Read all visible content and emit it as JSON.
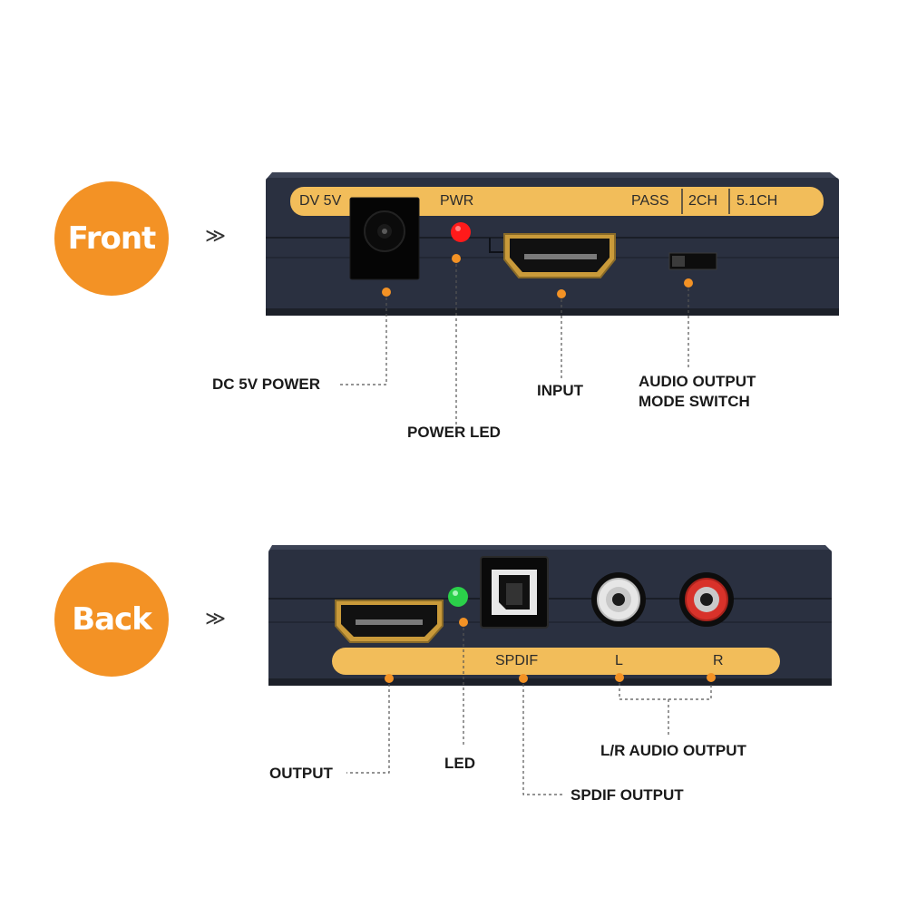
{
  "front": {
    "badge": "Front",
    "arrow": "≫",
    "strip_labels": {
      "dv5v": "DV 5V",
      "pwr": "PWR",
      "pass": "PASS",
      "ch2": "2CH",
      "ch51": "5.1CH"
    },
    "callouts": {
      "dc_power": "DC 5V POWER",
      "power_led": "POWER LED",
      "input": "INPUT",
      "audio_mode_line1": "AUDIO OUTPUT",
      "audio_mode_line2": "MODE SWITCH"
    }
  },
  "back": {
    "badge": "Back",
    "arrow": "≫",
    "strip_labels": {
      "spdif": "SPDIF",
      "left": "L",
      "right": "R"
    },
    "callouts": {
      "output": "OUTPUT",
      "led": "LED",
      "lr_audio": "L/R AUDIO OUTPUT",
      "spdif_output": "SPDIF OUTPUT"
    }
  },
  "colors": {
    "accent_orange": "#f39225",
    "label_strip": "#f2bd5a",
    "device_body": "#2a3040",
    "led_red": "#ff1a1a",
    "led_green": "#2bd04a",
    "rca_red": "#d8322a"
  }
}
